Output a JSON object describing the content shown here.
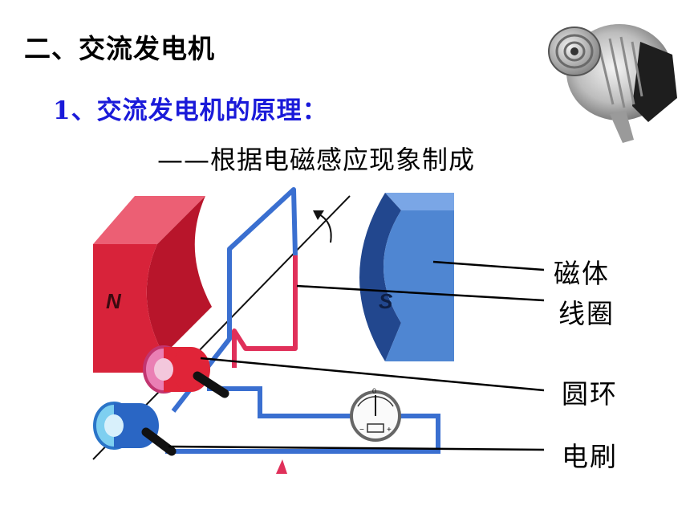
{
  "slide": {
    "heading": "二、交流发电机",
    "subheading_num": "1",
    "subheading_text": "、交流发电机的原理：",
    "principle": "——根据电磁感应现象制成"
  },
  "diagram": {
    "magnet_n_letter": "N",
    "magnet_s_letter": "S",
    "meter_zero": "0",
    "meter_minus": "−",
    "meter_plus": "+",
    "labels": {
      "magnet": "磁体",
      "coil": "线圈",
      "slip_ring": "圆环",
      "brush": "电刷"
    }
  },
  "colors": {
    "subheading": "#1a1ad9",
    "north_magnet": "#d8233a",
    "south_magnet": "#3f78c6",
    "wire_blue": "#3a6fd0",
    "wire_red": "#e0305a"
  }
}
